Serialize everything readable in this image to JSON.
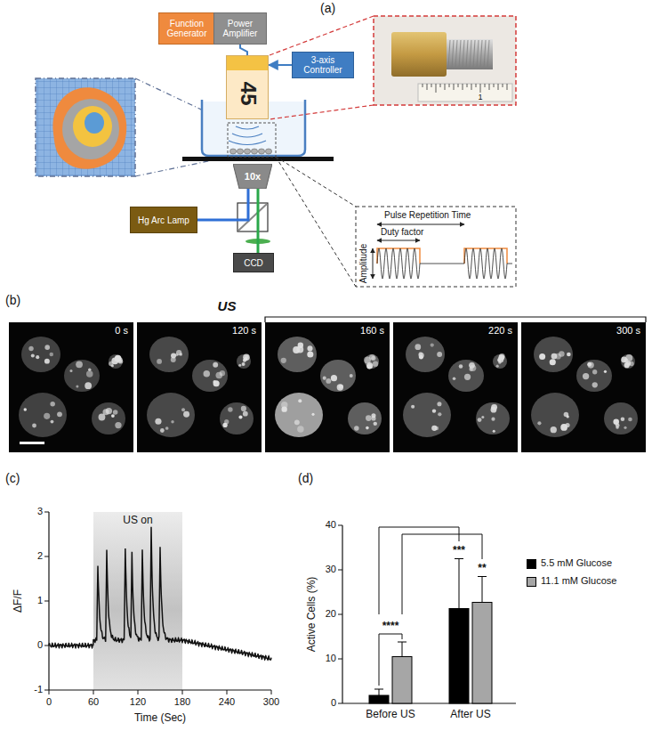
{
  "diagram": {
    "nodes": [
      {
        "text": [
          "Function Generator"
        ]
      },
      {
        "text": [
          "Power Amplifier"
        ]
      },
      {
        "text": [
          "3-axis Controller"
        ]
      },
      {
        "text": [
          "45"
        ]
      },
      {
        "text": [
          "10x"
        ]
      },
      {
        "text": [
          "Hg Arc Lamp"
        ]
      },
      {
        "text": [
          "CCD"
        ]
      }
    ],
    "edges": [
      {
        "from": 1,
        "to": 3,
        "arrow": "none"
      },
      {
        "from": 2,
        "to": 3,
        "arrow": "to"
      },
      {
        "from": 5,
        "to": 4,
        "arrow": "none"
      },
      {
        "from": 4,
        "to": 6,
        "arrow": "none"
      }
    ],
    "labels": [
      "(a)",
      "1",
      "Pulse Repetition Time",
      "Duty factor",
      "Amplitude",
      "(b)",
      "US",
      "0 s",
      "120 s",
      "160 s",
      "220 s",
      "300 s",
      "(c)",
      "US on",
      "3",
      "2",
      "1",
      "0",
      "-1",
      "ΔF/F",
      "0",
      "60",
      "120",
      "180",
      "240",
      "300",
      "Time (Sec)",
      "(d)",
      "40",
      "30",
      "20",
      "10",
      "0",
      "Active Cells (%)",
      "Before US",
      "After US",
      "****",
      "***",
      "**"
    ],
    "legend": [
      {
        "text": "5.5 mM Glucose",
        "color": "#000000"
      },
      {
        "text": "11.1 mM Glucose",
        "color": "#a6a6a6"
      }
    ]
  }
}
